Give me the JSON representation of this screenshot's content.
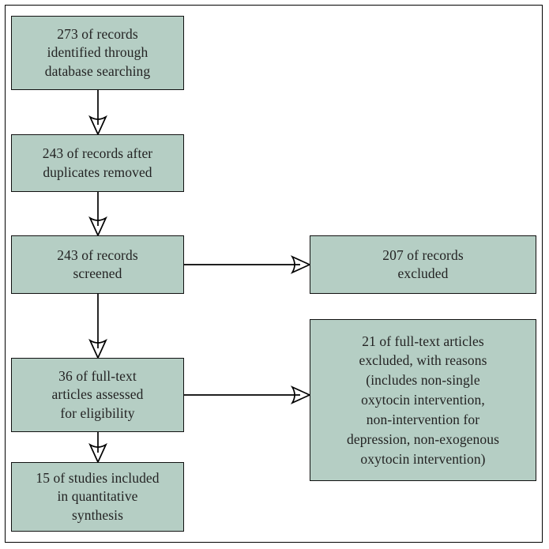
{
  "figure": {
    "type": "prisma-flow-diagram",
    "background_color": "#ffffff",
    "frame_color": "#000000",
    "box_fill_color": "#b5cec4",
    "box_border_color": "#111111",
    "text_color": "#232323",
    "connector_color": "#000000"
  },
  "nodes": {
    "identified": {
      "text": "273 of records\nidentified through\ndatabase searching",
      "count": 273,
      "stage": "identification",
      "column": "left"
    },
    "duplicates_removed": {
      "text": "243 of records after\nduplicates removed",
      "count": 243,
      "stage": "identification",
      "column": "left"
    },
    "screened": {
      "text": "243 of records\nscreened",
      "count": 243,
      "stage": "screening",
      "column": "left"
    },
    "excluded_records": {
      "text": "207 of records\nexcluded",
      "count": 207,
      "stage": "screening",
      "column": "right"
    },
    "eligibility": {
      "text": "36 of full-text\narticles assessed\nfor eligibility",
      "count": 36,
      "stage": "eligibility",
      "column": "left"
    },
    "excluded_fulltext": {
      "text": "21 of full-text articles\nexcluded, with reasons\n(includes non-single\noxytocin intervention,\nnon-intervention for\ndepression, non-exogenous\noxytocin intervention)",
      "count": 21,
      "stage": "eligibility",
      "column": "right"
    },
    "included": {
      "text": "15 of studies included\nin quantitative\nsynthesis",
      "count": 15,
      "stage": "included",
      "column": "left"
    }
  },
  "connectors": [
    {
      "name": "identified-to-duplicates",
      "from": "identified",
      "to": "duplicates_removed",
      "direction": "down"
    },
    {
      "name": "duplicates-to-screened",
      "from": "duplicates_removed",
      "to": "screened",
      "direction": "down"
    },
    {
      "name": "screened-to-eligibility",
      "from": "screened",
      "to": "eligibility",
      "direction": "down"
    },
    {
      "name": "screened-to-excluded-records",
      "from": "screened",
      "to": "excluded_records",
      "direction": "right"
    },
    {
      "name": "eligibility-to-excluded-fulltext",
      "from": "eligibility",
      "to": "excluded_fulltext",
      "direction": "right"
    },
    {
      "name": "eligibility-to-included",
      "from": "eligibility",
      "to": "included",
      "direction": "down"
    }
  ]
}
